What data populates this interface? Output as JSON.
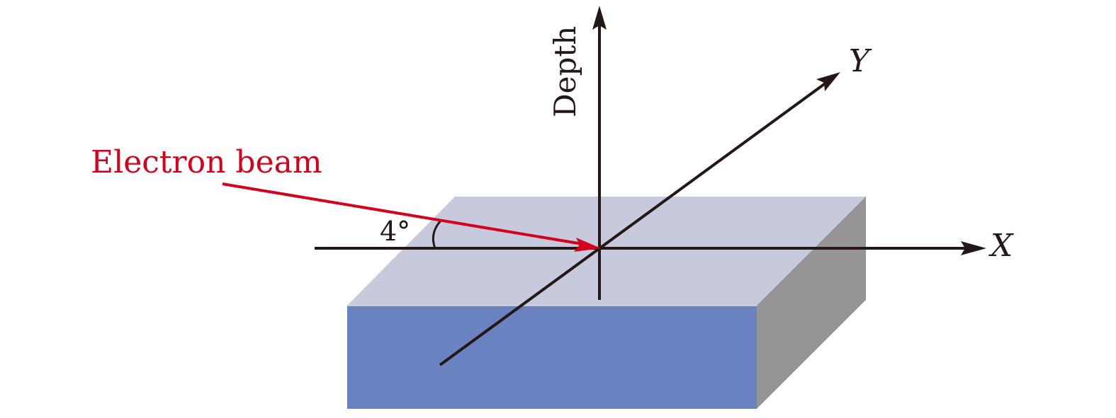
{
  "labels": {
    "beam": "Electron beam",
    "angle": "4°",
    "depth_axis": "Depth",
    "x_axis": "X",
    "y_axis": "Y"
  },
  "colors": {
    "beam": "#d6001c",
    "axis": "#231815",
    "block_top": "#c7c9dc",
    "block_front": "#6b82c0",
    "block_side": "#979494"
  }
}
